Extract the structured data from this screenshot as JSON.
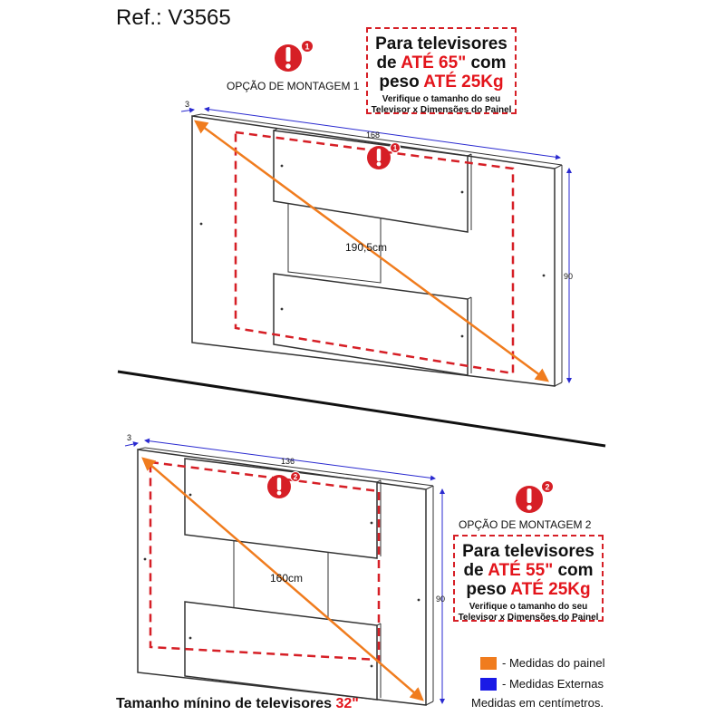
{
  "reference": "Ref.: V3565",
  "option1": {
    "label": "OPÇÃO DE MONTAGEM 1",
    "badge_number": "1",
    "box_line1": "Para televisores",
    "box_line2_pre": "de ",
    "box_line2_red": "ATÉ 65\"",
    "box_line2_post": " com",
    "box_line3_pre": "peso ",
    "box_line3_red": "ATÉ 25Kg",
    "box_note1": "Verifique o tamanho do seu",
    "box_note2": "Televisor x Dimensões do Painel",
    "depth": "3",
    "width": "168",
    "height": "90",
    "diagonal": "190,5cm"
  },
  "option2": {
    "label": "OPÇÃO DE MONTAGEM 2",
    "badge_number": "2",
    "box_line1": "Para televisores",
    "box_line2_pre": "de ",
    "box_line2_red": "ATÉ 55\"",
    "box_line2_post": " com",
    "box_line3_pre": "peso ",
    "box_line3_red": "ATÉ 25Kg",
    "box_note1": "Verifique o tamanho do seu",
    "box_note2": "Televisor x Dimensões do Painel",
    "depth": "3",
    "width": "136",
    "height": "90",
    "diagonal": "160cm"
  },
  "legend": {
    "panel_label": "- Medidas do painel",
    "panel_color": "#f07c1e",
    "external_label": "- Medidas Externas",
    "external_color": "#1a1ae6"
  },
  "units_note": "Medidas em centímetros.",
  "min_tv_label": "Tamanho mínino de televisores ",
  "min_tv_value": "32\"",
  "colors": {
    "warning_red": "#d61f26",
    "diagonal_orange": "#f07c1e",
    "dimension_blue": "#2a2ad0"
  }
}
